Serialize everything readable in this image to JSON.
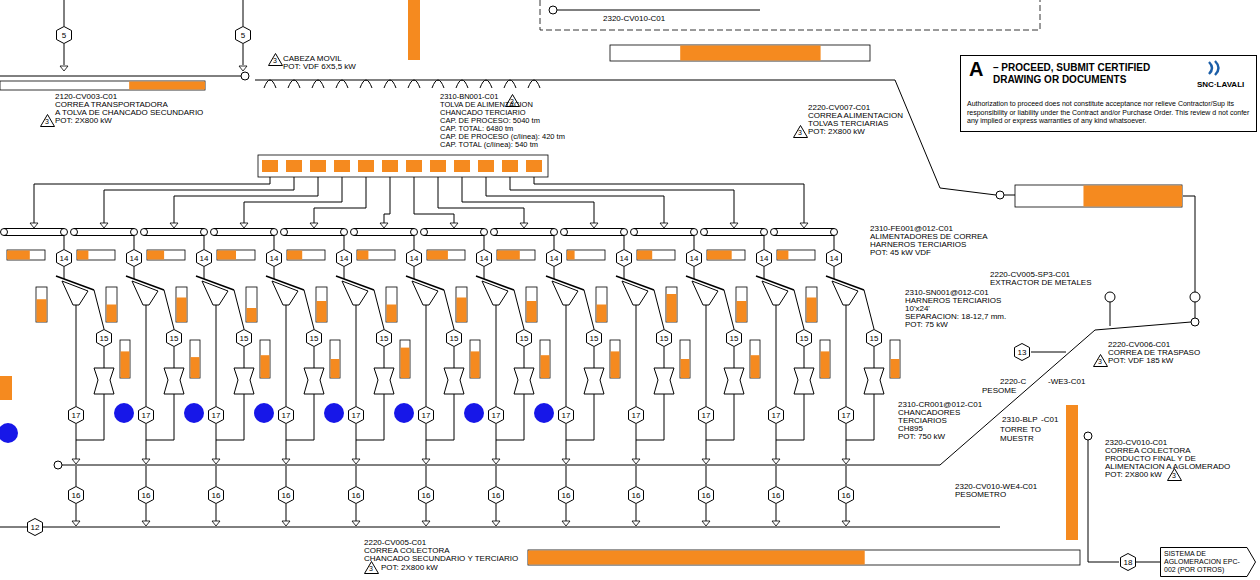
{
  "diagram": {
    "nodes": [
      {
        "text": [
          "5"
        ]
      },
      {
        "text": [
          "5"
        ]
      },
      {
        "text": [
          "A",
          "– PROCEED, SUBMIT CERTIFIED DRAWING OR DOCUMENTS",
          "SNC·LAVALI",
          "Authorization to proceed does not constitute acceptance nor relieve Contractor/Sup its responsibility or liability under the Contract and/or Purchase Order. This review d not confer any implied or express warranties of any kind whatsoever."
        ]
      },
      {
        "text": [
          "3"
        ]
      },
      {
        "text": [
          "3"
        ]
      },
      {
        "text": [
          "3"
        ]
      },
      {
        "text": [
          "3"
        ]
      },
      {
        "text": [
          "14"
        ]
      },
      {
        "text": [
          "14"
        ]
      },
      {
        "text": [
          "14"
        ]
      },
      {
        "text": [
          "14"
        ]
      },
      {
        "text": [
          "14"
        ]
      },
      {
        "text": [
          "14"
        ]
      },
      {
        "text": [
          "14"
        ]
      },
      {
        "text": [
          "14"
        ]
      },
      {
        "text": [
          "14"
        ]
      },
      {
        "text": [
          "14"
        ]
      },
      {
        "text": [
          "14"
        ]
      },
      {
        "text": [
          "14"
        ]
      },
      {
        "text": [
          "15"
        ]
      },
      {
        "text": [
          "15"
        ]
      },
      {
        "text": [
          "15"
        ]
      },
      {
        "text": [
          "15"
        ]
      },
      {
        "text": [
          "15"
        ]
      },
      {
        "text": [
          "15"
        ]
      },
      {
        "text": [
          "15"
        ]
      },
      {
        "text": [
          "15"
        ]
      },
      {
        "text": [
          "15"
        ]
      },
      {
        "text": [
          "15"
        ]
      },
      {
        "text": [
          "15"
        ]
      },
      {
        "text": [
          "15"
        ]
      },
      {
        "text": [
          "13"
        ]
      },
      {
        "text": [
          "3"
        ]
      },
      {
        "text": [
          "17"
        ]
      },
      {
        "text": [
          "17"
        ]
      },
      {
        "text": [
          "17"
        ]
      },
      {
        "text": [
          "17"
        ]
      },
      {
        "text": [
          "17"
        ]
      },
      {
        "text": [
          "17"
        ]
      },
      {
        "text": [
          "17"
        ]
      },
      {
        "text": [
          "17"
        ]
      },
      {
        "text": [
          "17"
        ]
      },
      {
        "text": [
          "17"
        ]
      },
      {
        "text": [
          "17"
        ]
      },
      {
        "text": [
          "17"
        ]
      },
      {
        "text": [
          "3"
        ]
      },
      {
        "text": [
          "16"
        ]
      },
      {
        "text": [
          "16"
        ]
      },
      {
        "text": [
          "16"
        ]
      },
      {
        "text": [
          "16"
        ]
      },
      {
        "text": [
          "16"
        ]
      },
      {
        "text": [
          "16"
        ]
      },
      {
        "text": [
          "16"
        ]
      },
      {
        "text": [
          "16"
        ]
      },
      {
        "text": [
          "16"
        ]
      },
      {
        "text": [
          "16"
        ]
      },
      {
        "text": [
          "16"
        ]
      },
      {
        "text": [
          "16"
        ]
      },
      {
        "text": [
          "12"
        ]
      },
      {
        "text": [
          "3"
        ]
      },
      {
        "text": [
          "18"
        ]
      },
      {
        "text": [
          "SISTEMA DE AGLOMERACION EPC-002 (POR OTROS)"
        ]
      }
    ],
    "edges": [
      {
        "from": 60,
        "to": 61,
        "arrow": "none"
      }
    ],
    "labels": [
      "2320-CV010-C01",
      "CABEZA MOVIL",
      "POT: VDF 6X5,5 kW",
      "2120-CV003-C01",
      "CORREA TRANSPORTADORA",
      "A TOLVA DE CHANCADO SECUNDARIO",
      "POT: 2X800 kW",
      "2310-BN001-C01",
      "TOLVA DE ALIMENTACION",
      "CHANCADO TERCIARIO",
      "CAP. DE PROCESO: 5040 tm",
      "CAP. TOTAL: 6480 tm",
      "CAP. DE PROCESO (c/línea): 420 tm",
      "CAP. TOTAL (c/línea): 540 tm",
      "2220-CV007-C01",
      "CORREA ALIMENTACION",
      "TOLVAS TERCIARIAS",
      "POT: 2X800 kW",
      "2310-FE001@012-C01",
      "ALIMENTADORES DE CORREA",
      "HARNEROS TERCIARIOS",
      "POT: 45 kW  VDF",
      "2310-SN001@012-C01",
      "HARNEROS TERCIARIOS",
      "10'x24'",
      "SEPARACION: 18-12,7 mm.",
      "POT: 75 kW",
      "2310-CR001@012-C01",
      "CHANCADORES",
      "TERCIARIOS",
      "CH895",
      "POT: 750 kW",
      "2220-CV005-SP3-C01",
      "EXTRACTOR DE METALES",
      "2220-CV006-C01",
      "CORREA DE TRASPASO",
      "POT: VDF 185 kW",
      "2220-C",
      "-WE3-C01",
      "PESOME",
      "2310-BLP",
      "-C01",
      "TORRE TO",
      "MUESTR",
      "2320-CV010-C01",
      "CORREA COLECTORA",
      "PRODUCTO FINAL Y DE",
      "ALIMENTACION A AGLOMERADO",
      "POT: 2X800 kW",
      "2320-CV010-WE4-C01",
      "PESOMETRO",
      "2220-CV005-C01",
      "CORREA COLECTORA",
      "CHANCADO SECUNDARIO Y TERCIARIO",
      "POT: 2X800 kW"
    ]
  }
}
